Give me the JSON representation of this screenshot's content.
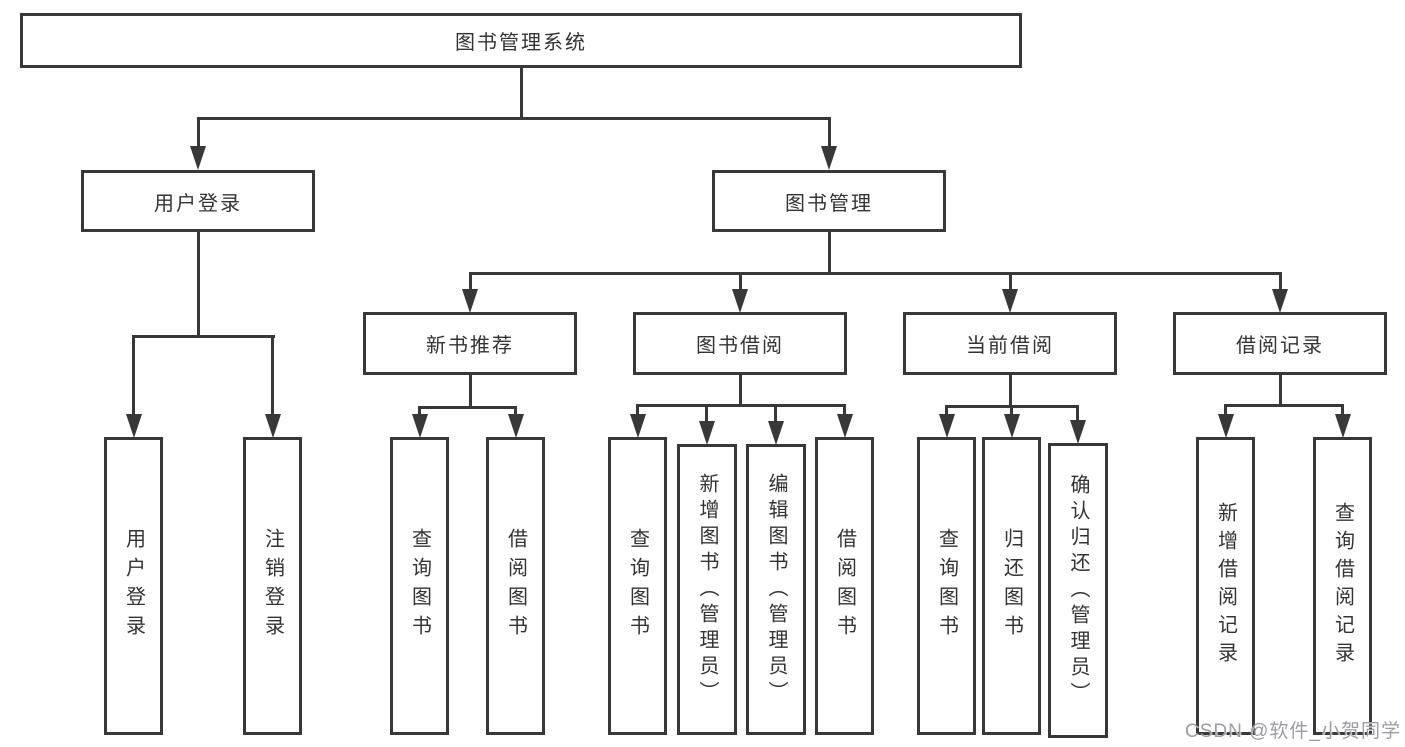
{
  "nodes": {
    "root": "图书管理系统",
    "level2": {
      "user_login": "用户登录",
      "book_mgmt": "图书管理"
    },
    "level3": {
      "new_book_rec": "新书推荐",
      "book_borrow": "图书借阅",
      "current_borrow": "当前借阅",
      "borrow_record": "借阅记录"
    },
    "leaves": {
      "user_login": "用户登录",
      "logout": "注销登录",
      "rec_query_book": "查询图书",
      "rec_borrow_book": "借阅图书",
      "bb_query_book": "查询图书",
      "bb_add_book": "新增图书（管理员）",
      "bb_edit_book": "编辑图书（管理员）",
      "bb_borrow_book": "借阅图书",
      "cb_query_book": "查询图书",
      "cb_return_book": "归还图书",
      "cb_confirm_return": "确认归还（管理员）",
      "br_add_record": "新增借阅记录",
      "br_query_record": "查询借阅记录"
    }
  },
  "watermark": "CSDN @软件_小贺同学",
  "colors": {
    "line": "#383838",
    "text": "#333333",
    "box_fill": "#ffffff",
    "watermark": "#9c9ca3",
    "background": "#ffffff"
  }
}
